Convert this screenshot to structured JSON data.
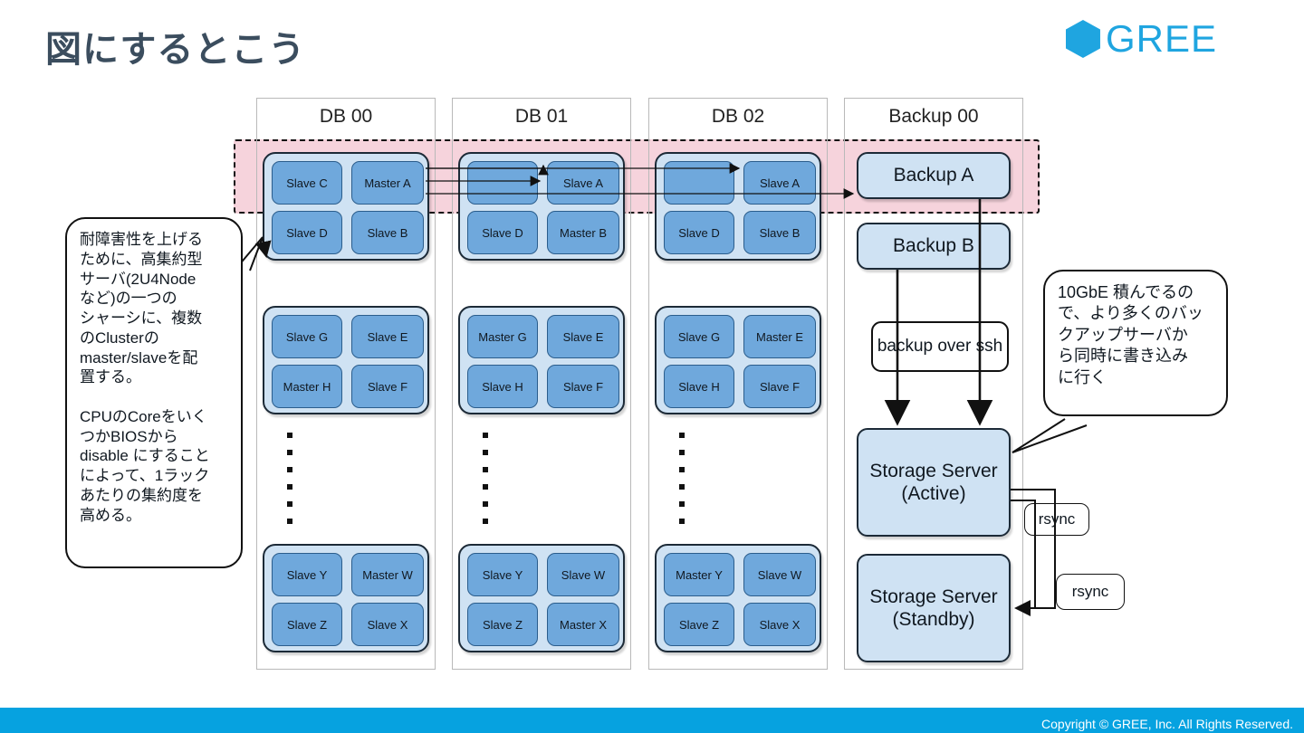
{
  "header": {
    "title": "図にするとこう",
    "logo_text": "GREE",
    "logo_color": "#1fa5e0"
  },
  "footer": {
    "text": "Copyright © GREE, Inc. All Rights Reserved.",
    "bar_color": "#06a2e0"
  },
  "colors": {
    "node_fill": "#6fa8dc",
    "chassis_fill": "#cfe2f3",
    "highlight_band": "#f6d3dc",
    "title": "#3b4d5e"
  },
  "diagram": {
    "columns": [
      {
        "title": "DB 00",
        "chassis": [
          {
            "nodes": [
              "Slave C",
              "Master A",
              "Slave D",
              "Slave B"
            ]
          },
          {
            "nodes": [
              "Slave G",
              "Slave E",
              "Master H",
              "Slave F"
            ]
          },
          {
            "nodes": [
              "Slave Y",
              "Master W",
              "Slave Z",
              "Slave X"
            ]
          }
        ]
      },
      {
        "title": "DB 01",
        "chassis": [
          {
            "nodes": [
              "",
              "Slave A",
              "Slave D",
              "Master B"
            ]
          },
          {
            "nodes": [
              "Master G",
              "Slave E",
              "Slave H",
              "Slave F"
            ]
          },
          {
            "nodes": [
              "Slave Y",
              "Slave W",
              "Slave Z",
              "Master X"
            ]
          }
        ]
      },
      {
        "title": "DB 02",
        "chassis": [
          {
            "nodes": [
              "",
              "Slave A",
              "Slave D",
              "Slave B"
            ]
          },
          {
            "nodes": [
              "Slave G",
              "Master E",
              "Slave H",
              "Slave F"
            ]
          },
          {
            "nodes": [
              "Master Y",
              "Slave W",
              "Slave Z",
              "Slave X"
            ]
          }
        ]
      },
      {
        "title": "Backup 00",
        "boxes": [
          "Backup A",
          "Backup B"
        ]
      }
    ],
    "backup_label": "backup over\nssh",
    "storage_active": "Storage Server\n(Active)",
    "storage_standby": "Storage Server\n(Standby)",
    "rsync_upper": "rsync",
    "rsync_lower": "rsync",
    "ellipsis_dot_count": 6
  },
  "callouts": {
    "left": "耐障害性を上げる\nために、高集約型\nサーバ(2U4Node\nなど)の一つの\nシャーシに、複数\nのClusterの\nmaster/slaveを配\n置する。\n\nCPUのCoreをいく\nつかBIOSから\ndisable にすること\nによって、1ラック\nあたりの集約度を\n高める。",
    "right": "10GbE 積んでるの\nで、より多くのバッ\nクアップサーバか\nら同時に書き込み\nに行く"
  }
}
